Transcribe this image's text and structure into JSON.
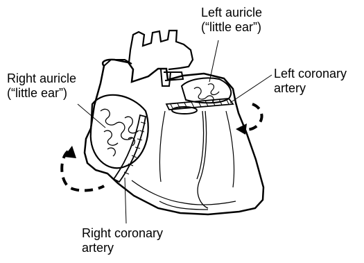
{
  "labels": {
    "left_auricle": {
      "line1": "Left auricle",
      "line2": "(“little ear”)"
    },
    "right_auricle": {
      "line1": "Right auricle",
      "line2": "(“little ear”)"
    },
    "left_coronary": {
      "line1": "Left coronary",
      "line2": "artery"
    },
    "right_coronary": {
      "line1": "Right coronary",
      "line2": "artery"
    }
  },
  "colors": {
    "ink": "#000000",
    "paper": "#ffffff"
  }
}
